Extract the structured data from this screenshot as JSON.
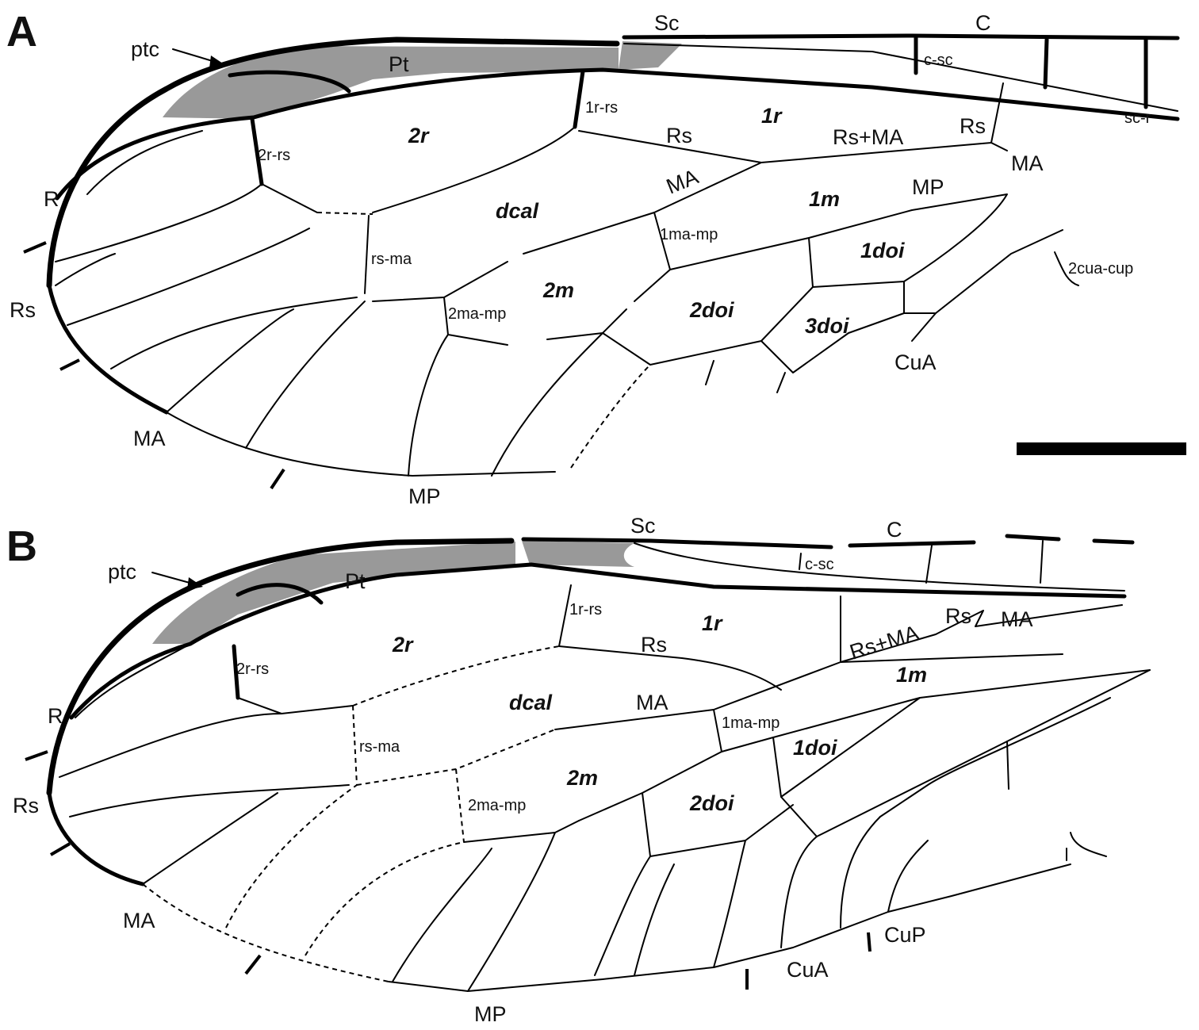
{
  "panels": [
    {
      "letter": "A",
      "labels": {
        "ptc": "ptc",
        "Pt": "Pt",
        "Sc": "Sc",
        "C": "C",
        "c_sc": "c-sc",
        "sc_r": "sc-r",
        "r1_rs": "1r-rs",
        "r1": "1r",
        "Rs": "Rs",
        "Rs_MA": "Rs+MA",
        "Rs_top": "Rs",
        "MA_top": "MA",
        "r2": "2r",
        "r2_rs": "2r-rs",
        "R": "R",
        "dcal": "dcal",
        "MA_mid": "MA",
        "m1": "1m",
        "MP_mid": "MP",
        "ma_mp1": "1ma-mp",
        "doi1": "1doi",
        "rs_ma": "rs-ma",
        "cua_cup2": "2cua-cup",
        "Rs_left": "Rs",
        "m2": "2m",
        "ma_mp2": "2ma-mp",
        "doi2": "2doi",
        "doi3": "3doi",
        "CuA": "CuA",
        "MA_bottom": "MA",
        "MP_bottom": "MP"
      }
    },
    {
      "letter": "B",
      "labels": {
        "ptc": "ptc",
        "Pt": "Pt",
        "Sc": "Sc",
        "C": "C",
        "c_sc": "c-sc",
        "r1_rs": "1r-rs",
        "r1": "1r",
        "Rs": "Rs",
        "Rs_MA": "Rs+MA",
        "Rs_top": "Rs",
        "MA_top": "MA",
        "r2": "2r",
        "r2_rs": "2r-rs",
        "R": "R",
        "dcal": "dcal",
        "MA_mid": "MA",
        "m1": "1m",
        "ma_mp1": "1ma-mp",
        "doi1": "1doi",
        "rs_ma": "rs-ma",
        "Rs_left": "Rs",
        "m2": "2m",
        "ma_mp2": "2ma-mp",
        "doi2": "2doi",
        "MA_bottom": "MA",
        "CuA": "CuA",
        "CuP": "CuP",
        "MP_bottom": "MP"
      }
    }
  ],
  "colors": {
    "pterostigma": "#999999",
    "venation": "#000000"
  }
}
